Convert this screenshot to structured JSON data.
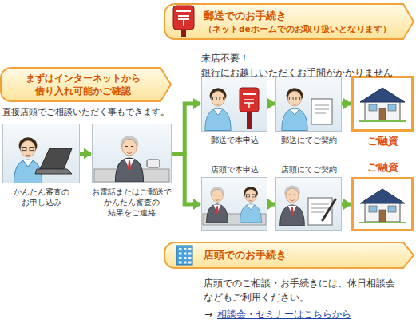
{
  "diagram": {
    "nodes": [
      {
        "text": [
          "郵送でのお手続き",
          "（ネットdeホームでのお取り扱いとなります）"
        ]
      },
      {
        "text": [
          "まずはインターネットから 借り入れ可能かご確認"
        ]
      },
      {
        "text": [
          "かんたん審査の お申し込み"
        ]
      },
      {
        "text": [
          "お電話またはご郵送で かんたん審査の 結果をご連絡"
        ]
      },
      {
        "text": [
          "郵送で本申込"
        ]
      },
      {
        "text": [
          "郵送にてご契約"
        ]
      },
      {
        "text": [
          "ご融資"
        ]
      },
      {
        "text": [
          "店頭で本申込"
        ]
      },
      {
        "text": [
          "店頭にてご契約"
        ]
      },
      {
        "text": [
          "ご融資"
        ]
      },
      {
        "text": [
          "店頭でのお手続き"
        ]
      }
    ],
    "edges": [
      {
        "from": 2,
        "to": 3,
        "arrow": "to"
      },
      {
        "from": 3,
        "to": 4,
        "arrow": "to"
      },
      {
        "from": 3,
        "to": 7,
        "arrow": "to"
      },
      {
        "from": 4,
        "to": 5,
        "arrow": "to"
      },
      {
        "from": 5,
        "to": 6,
        "arrow": "to"
      },
      {
        "from": 7,
        "to": 8,
        "arrow": "to"
      },
      {
        "from": 8,
        "to": 9,
        "arrow": "to"
      }
    ],
    "labels": [
      "来店不要！ 銀行にお越しいただくお手間がかかりません",
      "直接店頭でご相談いただく事もできます。",
      "店頭でのご相談・お手続きには、休日相談会 などもご利用ください。",
      "→",
      "相談会・セミナーはこちらから"
    ]
  }
}
